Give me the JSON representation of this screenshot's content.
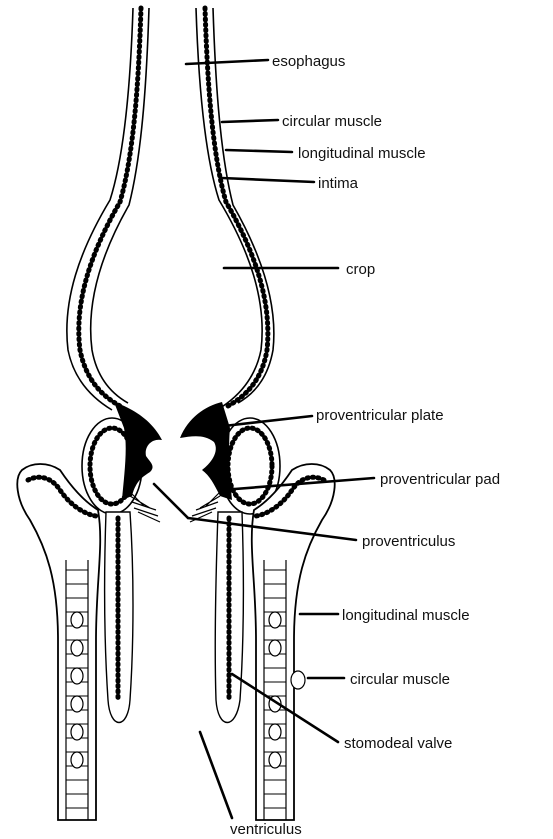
{
  "labels": {
    "esophagus": "esophagus",
    "circular_muscle_upper": "circular muscle",
    "longitudinal_muscle_upper": "longitudinal muscle",
    "intima": "intima",
    "crop": "crop",
    "proventricular_plate": "proventricular plate",
    "proventricular_pad": "proventricular pad",
    "proventriculus": "proventriculus",
    "longitudinal_muscle_lower": "longitudinal muscle",
    "circular_muscle_lower": "circular muscle",
    "stomodeal_valve": "stomodeal valve",
    "ventriculus": "ventriculus"
  }
}
